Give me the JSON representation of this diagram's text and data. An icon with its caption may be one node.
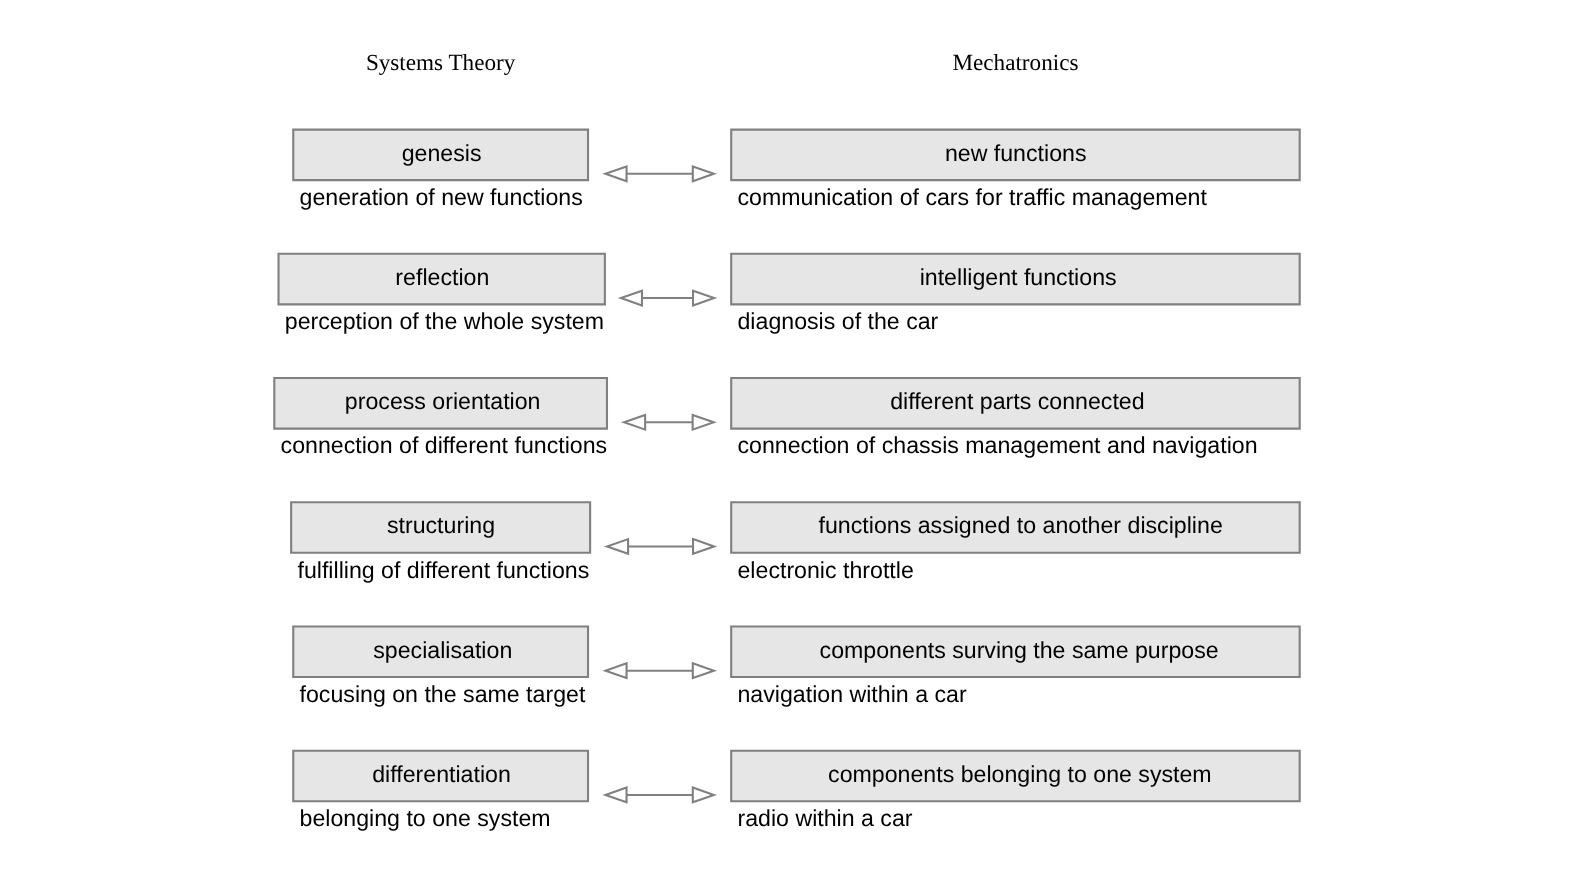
{
  "diagram": {
    "nodes": [
      {
        "text": [
          "genesis"
        ],
        "beside": [
          "generation of new functions"
        ]
      },
      {
        "text": [
          "new functions"
        ],
        "beside": [
          "communication of cars for traffic management"
        ]
      },
      {
        "text": [
          "reflection"
        ],
        "beside": [
          "perception of the whole system"
        ]
      },
      {
        "text": [
          "intelligent functions"
        ],
        "beside": [
          "diagnosis of the car"
        ]
      },
      {
        "text": [
          "process orientation"
        ],
        "beside": [
          "connection of different functions"
        ]
      },
      {
        "text": [
          "different parts connected"
        ],
        "beside": [
          "connection of chassis management and navigation"
        ]
      },
      {
        "text": [
          "structuring"
        ],
        "beside": [
          "fulfilling of different functions"
        ]
      },
      {
        "text": [
          "functions assigned to another discipline"
        ],
        "beside": [
          "electronic throttle"
        ]
      },
      {
        "text": [
          "specialisation"
        ],
        "beside": [
          "focusing on the same target"
        ]
      },
      {
        "text": [
          "components surving the same purpose"
        ],
        "beside": [
          "navigation within a car"
        ]
      },
      {
        "text": [
          "differentiation"
        ],
        "beside": [
          "belonging to one system"
        ]
      },
      {
        "text": [
          "components belonging to one system"
        ],
        "beside": [
          "radio within a car"
        ]
      }
    ],
    "edges": [
      {
        "from": 0,
        "to": 1,
        "arrow": "both"
      },
      {
        "from": 2,
        "to": 3,
        "arrow": "both"
      },
      {
        "from": 4,
        "to": 5,
        "arrow": "both"
      },
      {
        "from": 6,
        "to": 7,
        "arrow": "both"
      },
      {
        "from": 8,
        "to": 9,
        "arrow": "both"
      },
      {
        "from": 10,
        "to": 11,
        "arrow": "both"
      }
    ],
    "labels": [
      "Systems Theory",
      "Mechatronics"
    ]
  }
}
